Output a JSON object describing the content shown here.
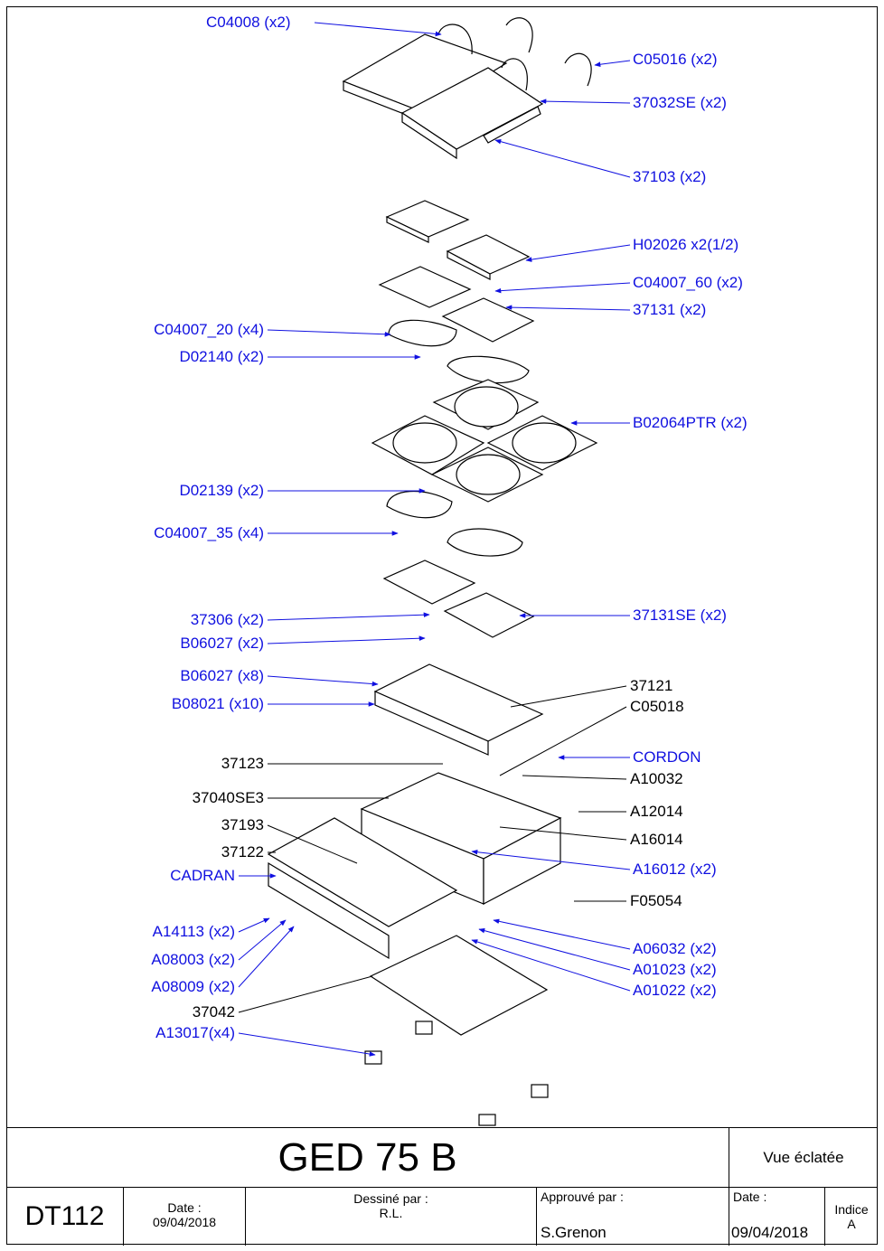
{
  "title_block": {
    "model": "GED 75 B",
    "view": "Vue éclatée",
    "doc_ref": "DT112",
    "date_label": "Date :",
    "date_value": "09/04/2018",
    "drawn_by_label": "Dessiné par :",
    "drawn_by_value": "R.L.",
    "approved_by_label": "Approuvé par :",
    "approved_by_value": "S.Grenon",
    "date2_label": "Date :",
    "date2_value": "09/04/2018",
    "index_label": "Indice",
    "index_value": "A"
  },
  "callouts": {
    "c04008": "C04008 (x2)",
    "c05016": "C05016 (x2)",
    "p37032se": "37032SE (x2)",
    "p37103": "37103 (x2)",
    "h02026": "H02026 x2(1/2)",
    "c04007_60": "C04007_60 (x2)",
    "p37131": "37131 (x2)",
    "c04007_20": "C04007_20 (x4)",
    "d02140": "D02140 (x2)",
    "b02064ptr": "B02064PTR (x2)",
    "d02139": "D02139 (x2)",
    "c04007_35": "C04007_35 (x4)",
    "p37131se": "37131SE (x2)",
    "p37306": "37306 (x2)",
    "b06027_2": "B06027 (x2)",
    "b06027_8": "B06027 (x8)",
    "b08021": "B08021 (x10)",
    "p37121": "37121",
    "c05018": "C05018",
    "cordon": "CORDON",
    "p37123": "37123",
    "a10032": "A10032",
    "p37040se3": "37040SE3",
    "a12014": "A12014",
    "p37193": "37193",
    "a16014": "A16014",
    "p37122": "37122",
    "a16012": "A16012 (x2)",
    "cadran": "CADRAN",
    "f05054": "F05054",
    "a14113": "A14113 (x2)",
    "a06032": "A06032 (x2)",
    "a08003": "A08003 (x2)",
    "a01023": "A01023 (x2)",
    "a08009": "A08009 (x2)",
    "a01022": "A01022 (x2)",
    "p37042": "37042",
    "a13017": "A13017(x4)"
  },
  "colors": {
    "callout_blue": "#1010e0",
    "callout_black": "#000000"
  }
}
